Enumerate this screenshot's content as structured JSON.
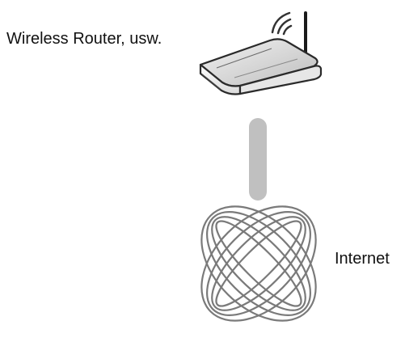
{
  "labels": {
    "router": "Wireless Router, usw.",
    "internet": "Internet"
  },
  "icons": {
    "router": "wireless-router-icon",
    "connection": "connection-cable",
    "internet": "internet-globe-icon"
  },
  "colors": {
    "text": "#111111",
    "outline": "#2a2a2a",
    "connector": "#c0c0c0",
    "globe_lines": "#7a7a7a"
  }
}
